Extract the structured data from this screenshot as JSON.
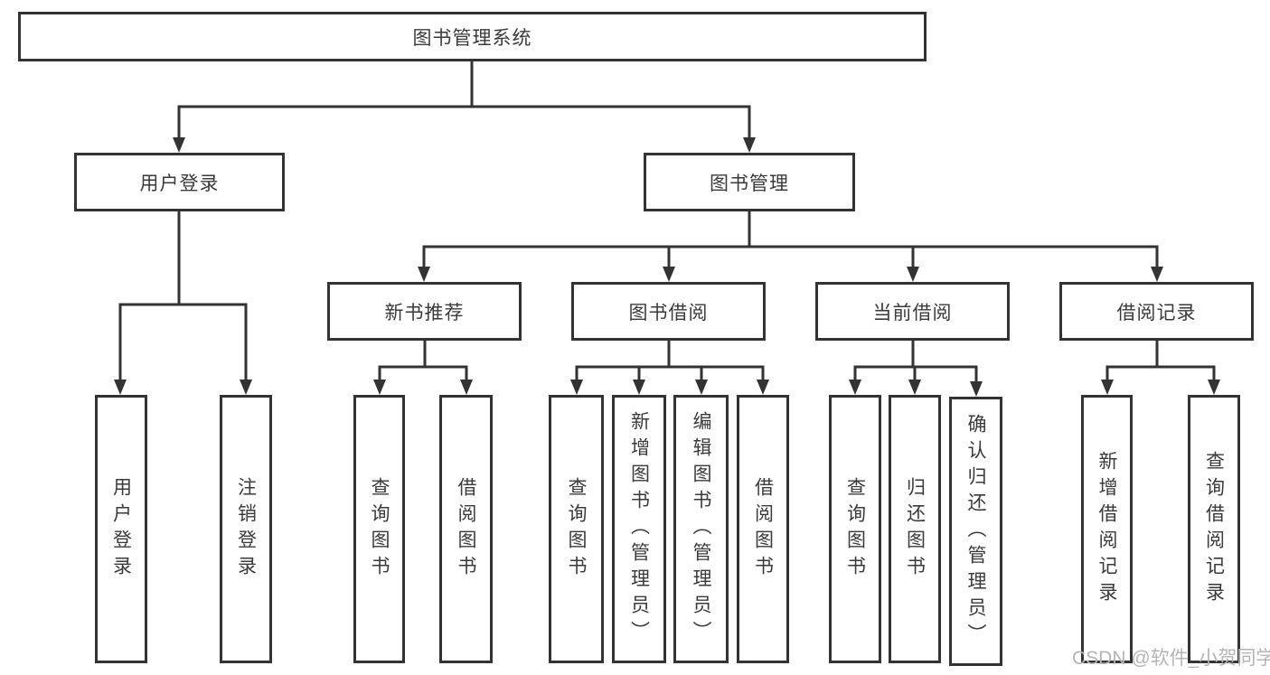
{
  "diagram": {
    "root": {
      "label": "图书管理系统",
      "children": [
        {
          "label": "用户登录",
          "children": [
            {
              "label": "用户登录"
            },
            {
              "label": "注销登录"
            }
          ]
        },
        {
          "label": "图书管理",
          "children": [
            {
              "label": "新书推荐",
              "children": [
                {
                  "label": "查询图书"
                },
                {
                  "label": "借阅图书"
                }
              ]
            },
            {
              "label": "图书借阅",
              "children": [
                {
                  "label": "查询图书"
                },
                {
                  "label": "新增图书（管理员）"
                },
                {
                  "label": "编辑图书（管理员）"
                },
                {
                  "label": "借阅图书"
                }
              ]
            },
            {
              "label": "当前借阅",
              "children": [
                {
                  "label": "查询图书"
                },
                {
                  "label": "归还图书"
                },
                {
                  "label": "确认归还（管理员）"
                }
              ]
            },
            {
              "label": "借阅记录",
              "children": [
                {
                  "label": "新增借阅记录"
                },
                {
                  "label": "查询借阅记录"
                }
              ]
            }
          ]
        }
      ]
    },
    "watermark": "CSDN @软件_小贺同学",
    "colors": {
      "line": "#333333",
      "box_border": "#333333",
      "box_bg": "#ffffff",
      "text": "#3a3a3a",
      "watermark": "#b4b4b4"
    }
  }
}
